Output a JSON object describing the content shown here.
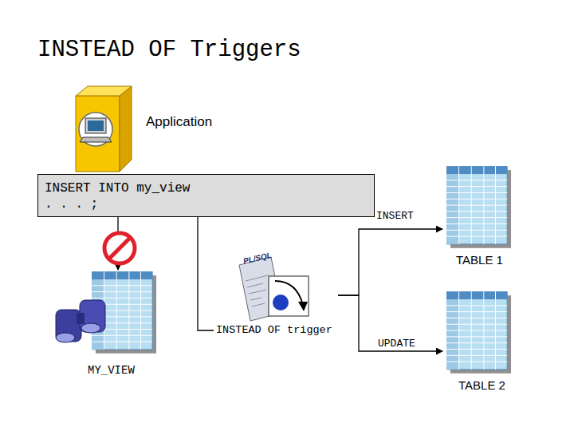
{
  "diagram": {
    "title": "INSTEAD OF Triggers",
    "nodes": [
      {
        "text": [
          "Application"
        ]
      },
      {
        "text": [
          "INSERT INTO my_view . . . ;"
        ]
      },
      {
        "text": [
          "MY_VIEW"
        ]
      },
      {
        "text": [
          "PL/SQL",
          "INSTEAD OF trigger"
        ]
      },
      {
        "text": [
          "TABLE 1"
        ]
      },
      {
        "text": [
          "TABLE 2"
        ]
      }
    ],
    "edges": [
      {
        "from": 1,
        "to": 2,
        "arrow": "to"
      },
      {
        "from": 1,
        "to": 3,
        "arrow": "none"
      },
      {
        "from": 3,
        "to": 4,
        "label": "INSERT",
        "arrow": "to"
      },
      {
        "from": 3,
        "to": 5,
        "label": "UPDATE",
        "arrow": "to"
      }
    ]
  }
}
